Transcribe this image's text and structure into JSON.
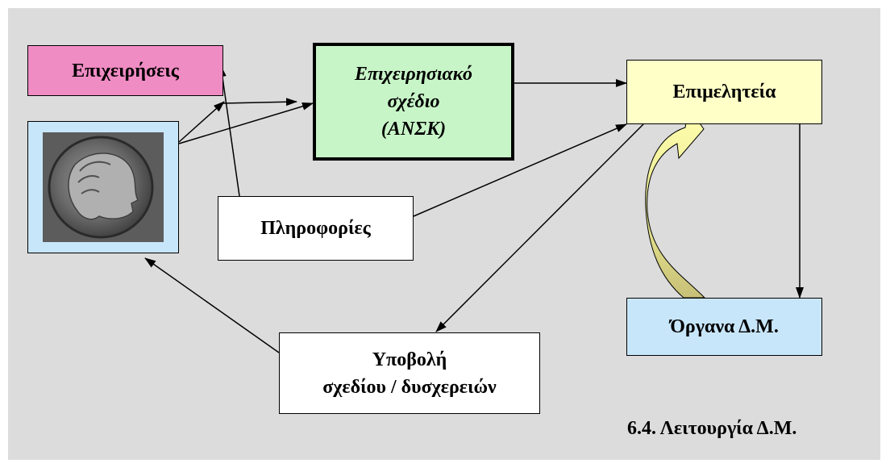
{
  "nodes": {
    "businesses": "Επιχειρήσεις",
    "business_plan": [
      "Επιχειρησιακό",
      "σχέδιο",
      "(ΑΝΣΚ)"
    ],
    "chamber": "Επιμελητεία",
    "information": "Πληροφορίες",
    "organs": "Όργανα Δ.Μ.",
    "submission": [
      "Υποβολή",
      "σχεδίου / δυσχερειών"
    ]
  },
  "caption": "6.4. Λειτουργία Δ.Μ.",
  "colors": {
    "background": "#dcdcdc",
    "businesses": "#f08cc4",
    "business_plan": "#c8f5c8",
    "chamber": "#ffffc8",
    "light_blue": "#c8e6fa",
    "curved_arrow": "#f5f59a"
  }
}
